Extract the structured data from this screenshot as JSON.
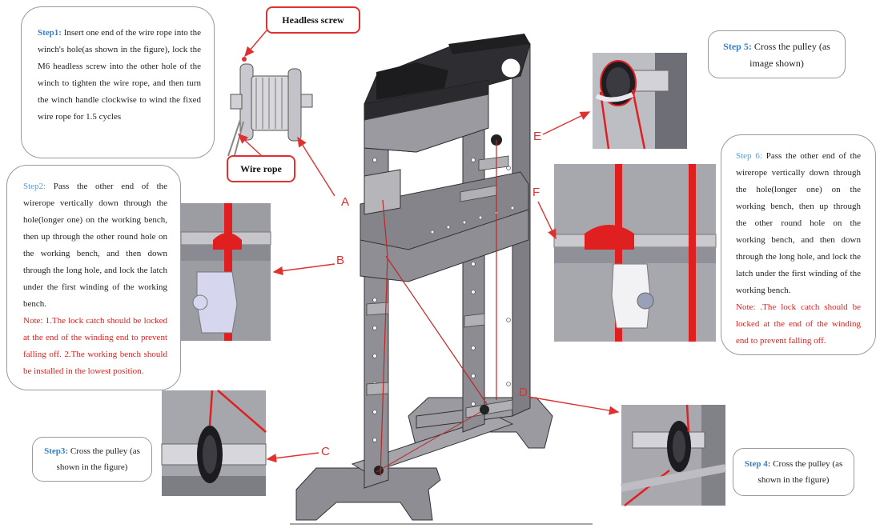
{
  "colors": {
    "accent_blue": "#3a7fc1",
    "note_red": "#e02020",
    "wire_red": "#e03030",
    "frame_grey": "#8c8c92"
  },
  "callouts": {
    "headless_screw": "Headless screw",
    "wire_rope": "Wire rope"
  },
  "letters": {
    "a": "A",
    "b": "B",
    "c": "C",
    "d": "D",
    "e": "E",
    "f": "F"
  },
  "step1": {
    "lead": "Step1:",
    "text": "Insert one end of the wire rope into the winch's hole(as shown in the figure), lock the M6 headless screw into the other hole of the winch to tighten the wire rope, and then turn the winch handle clockwise to wind the fixed wire rope for 1.5 cycles"
  },
  "step2": {
    "lead": "Step2:",
    "text": "Pass the other end of the wirerope vertically down through the hole(longer one) on the working bench, then up through the other round hole on the working bench, and then down through the long hole, and lock the latch under the first winding of the working bench.",
    "note": "Note: 1.The lock catch should be locked at the end of the winding end to prevent falling off. 2.The working bench should be installed in the lowest position."
  },
  "step3": {
    "lead": "Step3:",
    "text": "Cross the pulley (as shown in the figure)"
  },
  "step4": {
    "lead": "Step 4:",
    "text": "Cross the pulley (as shown in the figure)"
  },
  "step5": {
    "lead": "Step 5:",
    "text": "Cross the pulley (as image shown)"
  },
  "step6": {
    "lead": "Step 6:",
    "text": "Pass the other end of the wirerope vertically down through the hole(longer one) on the working bench, then up through the other round hole on the working bench, and then down through the long hole, and lock the latch under the first winding of the working bench.",
    "note": "Note: .The lock catch should be locked at the end of the winding end to prevent falling off."
  }
}
